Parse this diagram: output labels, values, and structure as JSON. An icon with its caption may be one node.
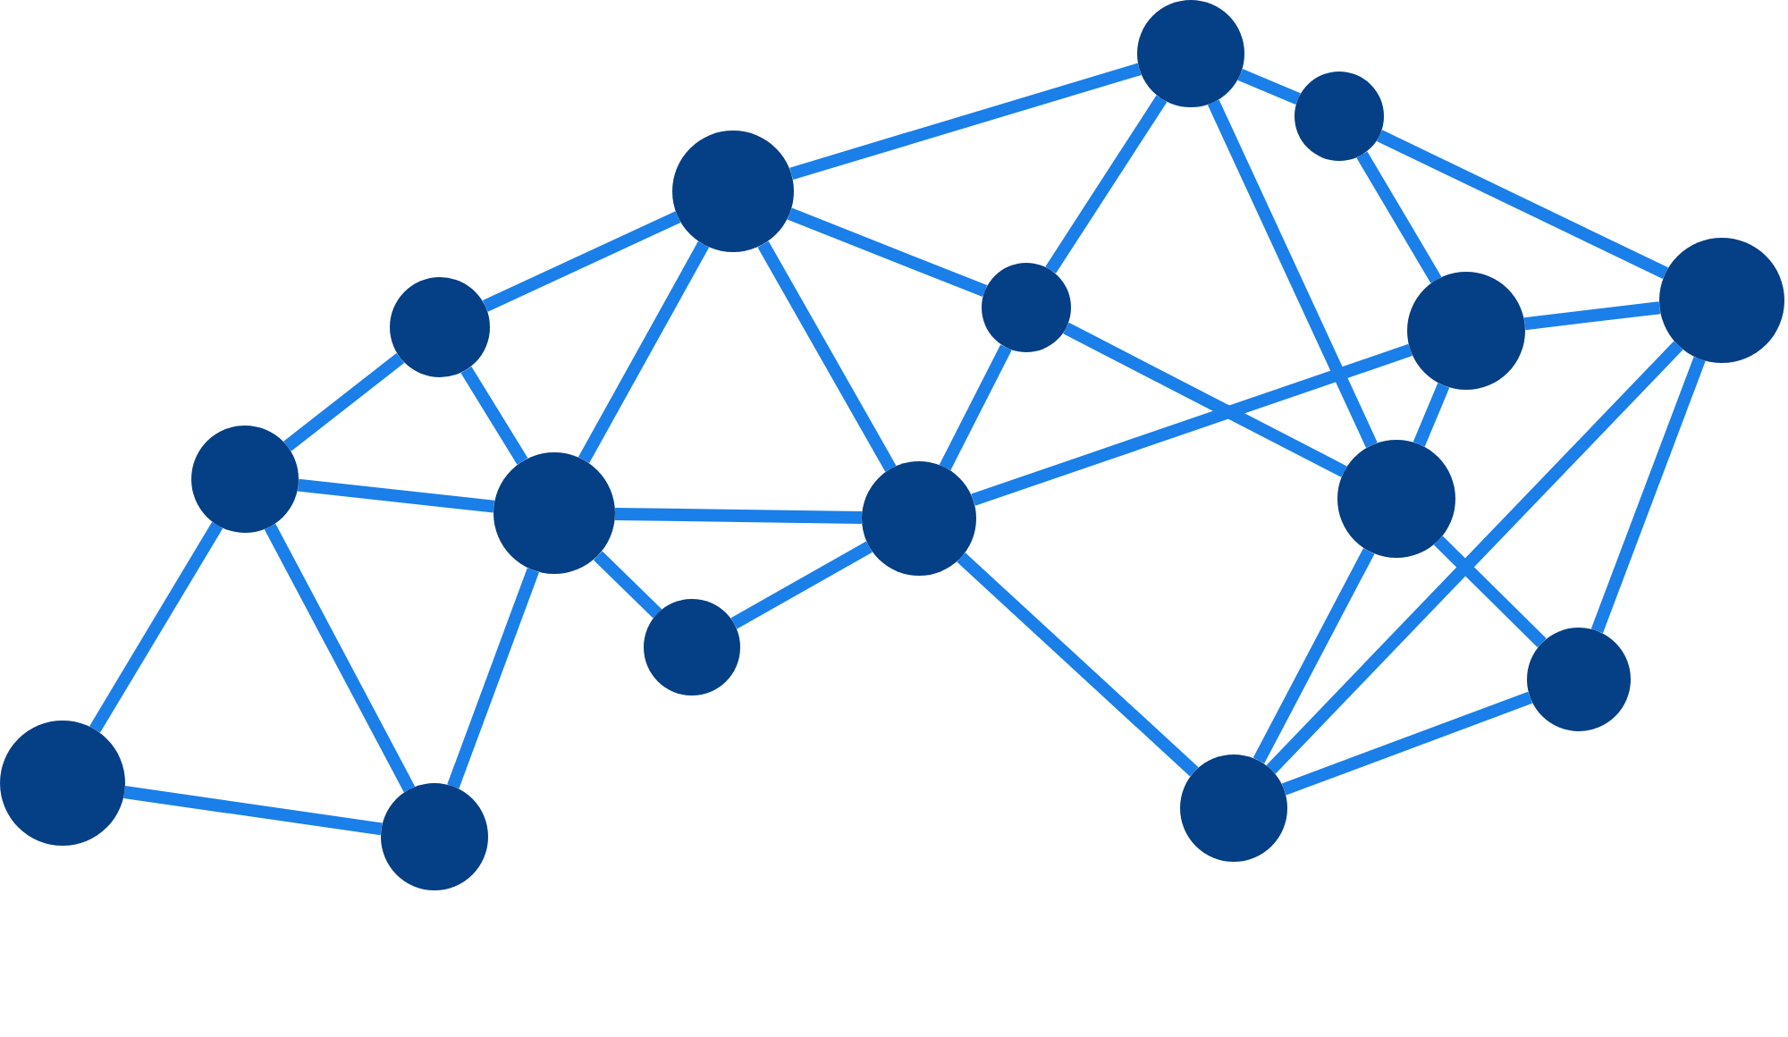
{
  "diagram": {
    "nodes": [
      {
        "text": [],
        "shape": "circle"
      },
      {
        "text": [],
        "shape": "circle"
      },
      {
        "text": [],
        "shape": "circle"
      },
      {
        "text": [],
        "shape": "circle"
      },
      {
        "text": [],
        "shape": "circle"
      },
      {
        "text": [],
        "shape": "circle"
      },
      {
        "text": [],
        "shape": "circle"
      },
      {
        "text": [],
        "shape": "circle"
      },
      {
        "text": [],
        "shape": "circle"
      },
      {
        "text": [],
        "shape": "circle"
      },
      {
        "text": [],
        "shape": "circle"
      },
      {
        "text": [],
        "shape": "circle"
      },
      {
        "text": [],
        "shape": "circle"
      },
      {
        "text": [],
        "shape": "circle"
      },
      {
        "text": [],
        "shape": "circle"
      },
      {
        "text": [],
        "shape": "circle"
      }
    ],
    "edges": [
      {
        "from": 0,
        "to": 1,
        "arrow": "none"
      },
      {
        "from": 0,
        "to": 2,
        "arrow": "none"
      },
      {
        "from": 1,
        "to": 2,
        "arrow": "none"
      },
      {
        "from": 1,
        "to": 3,
        "arrow": "none"
      },
      {
        "from": 1,
        "to": 4,
        "arrow": "none"
      },
      {
        "from": 3,
        "to": 4,
        "arrow": "none"
      },
      {
        "from": 3,
        "to": 6,
        "arrow": "none"
      },
      {
        "from": 4,
        "to": 6,
        "arrow": "none"
      },
      {
        "from": 4,
        "to": 5,
        "arrow": "none"
      },
      {
        "from": 4,
        "to": 7,
        "arrow": "none"
      },
      {
        "from": 4,
        "to": 2,
        "arrow": "none"
      },
      {
        "from": 5,
        "to": 7,
        "arrow": "none"
      },
      {
        "from": 6,
        "to": 7,
        "arrow": "none"
      },
      {
        "from": 6,
        "to": 8,
        "arrow": "none"
      },
      {
        "from": 6,
        "to": 9,
        "arrow": "none"
      },
      {
        "from": 8,
        "to": 7,
        "arrow": "none"
      },
      {
        "from": 8,
        "to": 9,
        "arrow": "none"
      },
      {
        "from": 8,
        "to": 12,
        "arrow": "none"
      },
      {
        "from": 9,
        "to": 12,
        "arrow": "none"
      },
      {
        "from": 7,
        "to": 13,
        "arrow": "none"
      },
      {
        "from": 7,
        "to": 10,
        "arrow": "none"
      },
      {
        "from": 9,
        "to": 11,
        "arrow": "none"
      },
      {
        "from": 11,
        "to": 13,
        "arrow": "none"
      },
      {
        "from": 11,
        "to": 15,
        "arrow": "none"
      },
      {
        "from": 13,
        "to": 15,
        "arrow": "none"
      },
      {
        "from": 13,
        "to": 12,
        "arrow": "none"
      },
      {
        "from": 12,
        "to": 10,
        "arrow": "none"
      },
      {
        "from": 12,
        "to": 14,
        "arrow": "none"
      },
      {
        "from": 15,
        "to": 10,
        "arrow": "none"
      },
      {
        "from": 15,
        "to": 14,
        "arrow": "none"
      },
      {
        "from": 14,
        "to": 10,
        "arrow": "none"
      }
    ]
  }
}
